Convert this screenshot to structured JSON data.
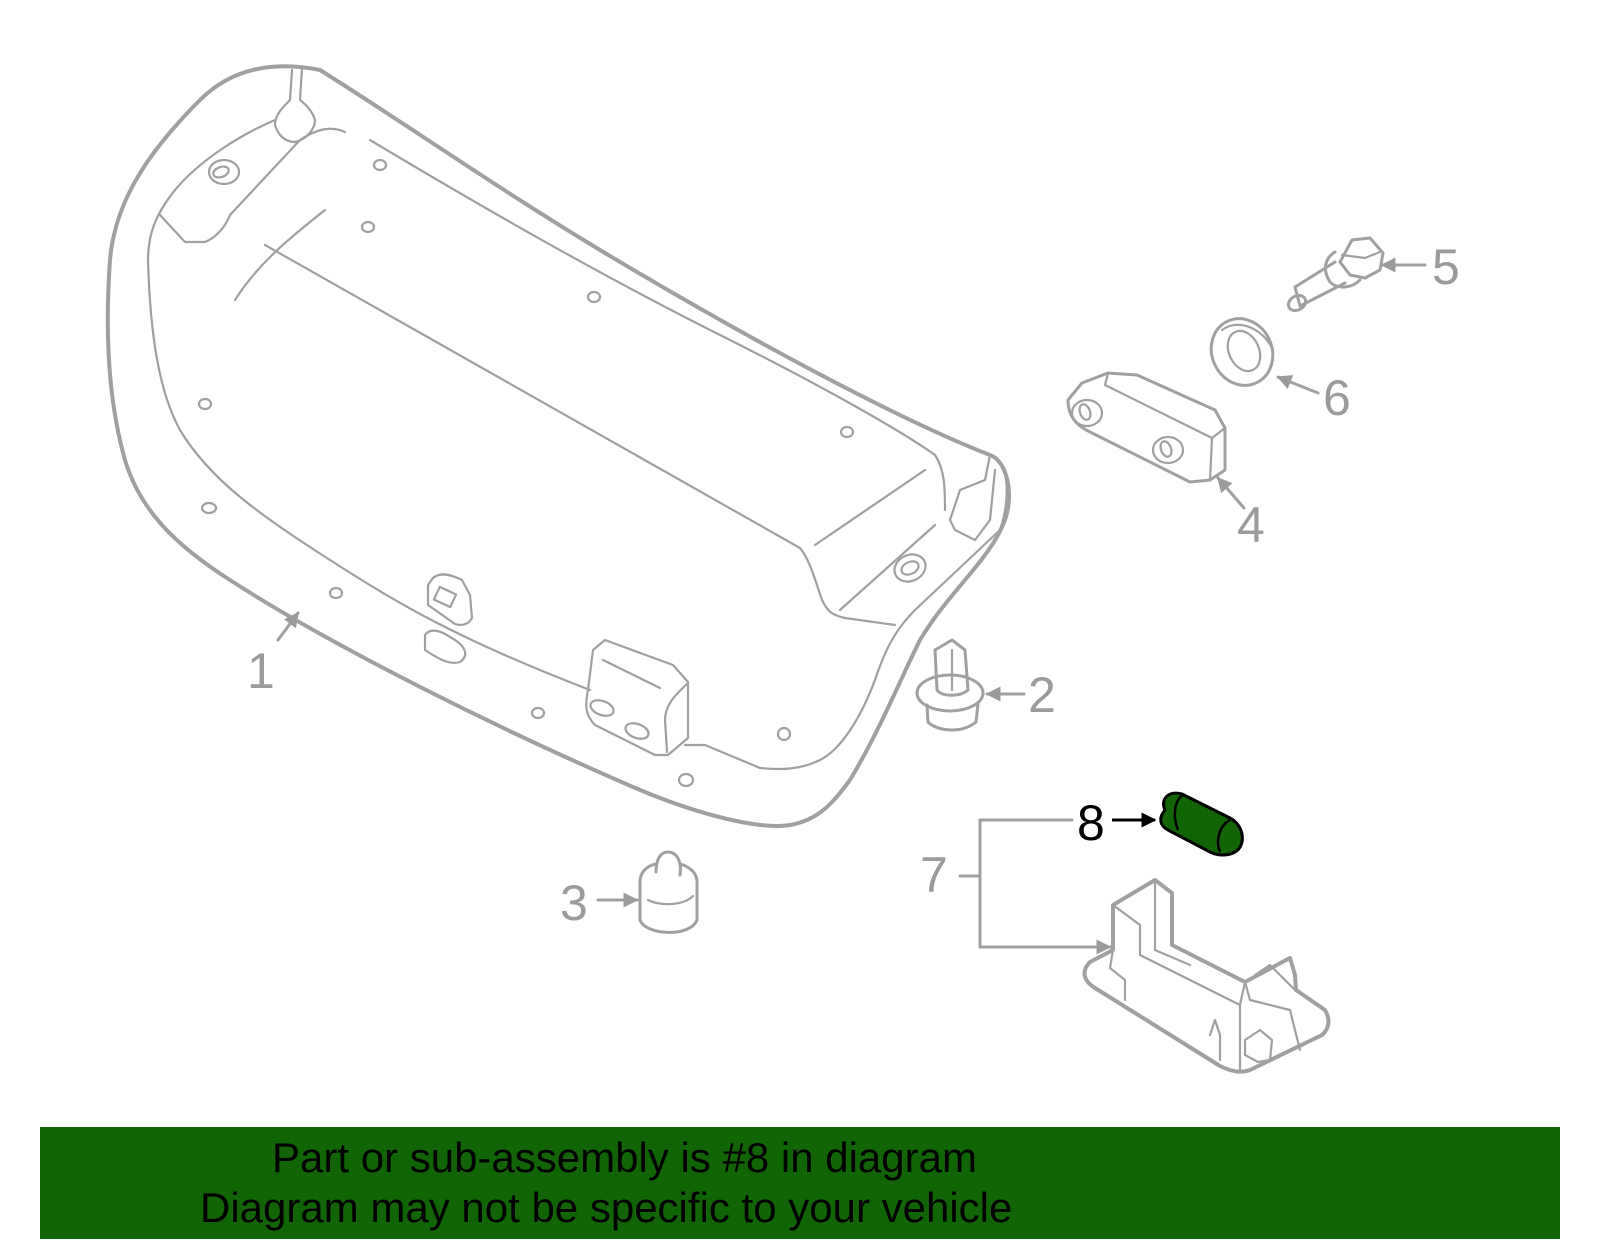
{
  "diagram": {
    "type": "exploded parts diagram",
    "highlight_color": "#126505",
    "line_color": "#a0a0a0",
    "callouts": [
      {
        "number": "1",
        "part": "liftgate-trim-panel"
      },
      {
        "number": "2",
        "part": "push-clip"
      },
      {
        "number": "3",
        "part": "bumper-stop"
      },
      {
        "number": "4",
        "part": "bracket-block"
      },
      {
        "number": "5",
        "part": "flange-bolt"
      },
      {
        "number": "6",
        "part": "washer"
      },
      {
        "number": "7",
        "part": "lamp-assembly"
      },
      {
        "number": "8",
        "part": "bulb",
        "highlighted": true
      }
    ]
  },
  "banner": {
    "line1": "Part or sub-assembly is #8 in diagram",
    "line2": "Diagram may not be specific to your vehicle",
    "background": "#126505"
  }
}
